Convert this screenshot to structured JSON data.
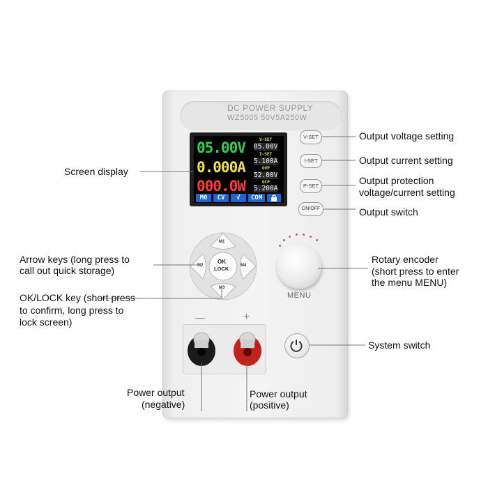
{
  "device": {
    "nameplate_line1": "DC POWER SUPPLY",
    "nameplate_line2": "WZ5005  50V5A250W",
    "screen": {
      "voltage": "05.00V",
      "current": "0.000A",
      "power": "000.0W",
      "vset_label": "V-SET",
      "vset_value": "05.00V",
      "iset_label": "I-SET",
      "iset_value": "5.100A",
      "ovp_label": "OVP",
      "ovp_value": "52.00V",
      "ocp_label": "OCP",
      "ocp_value": "5.200A",
      "status_m": "M0",
      "status_mode": "CV",
      "status_check": "√",
      "status_com": "COM",
      "voltage_color": "#2fd24a",
      "current_color": "#f2e24a",
      "power_color": "#ff3a3a"
    },
    "buttons": {
      "vset": "V-SET",
      "iset": "I-SET",
      "pset": "P-SET",
      "onoff": "ON/OFF"
    },
    "arrow_keys": {
      "up": "M1",
      "left": "M2",
      "right": "M4",
      "down": "M3",
      "ok_line1": "OK",
      "ok_line2": "LOCK"
    },
    "menu_label": "MENU",
    "terminal_minus": "—",
    "terminal_plus": "+"
  },
  "callouts": {
    "screen_display": "Screen display",
    "arrow_keys_1": "Arrow keys (long press to",
    "arrow_keys_2": "call out quick storage)",
    "ok_lock_1": "OK/LOCK key (short press",
    "ok_lock_2": "to confirm, long press to",
    "ok_lock_3": "lock screen)",
    "voltage_setting": "Output voltage setting",
    "current_setting": "Output current setting",
    "protection_1": "Output protection",
    "protection_2": "voltage/current setting",
    "output_switch": "Output switch",
    "rotary_1": "Rotary encoder",
    "rotary_2": "(short press to enter",
    "rotary_3": "the menu MENU)",
    "system_switch": "System switch",
    "neg_1": "Power output",
    "neg_2": "(negative)",
    "pos_1": "Power output",
    "pos_2": "(positive)"
  }
}
